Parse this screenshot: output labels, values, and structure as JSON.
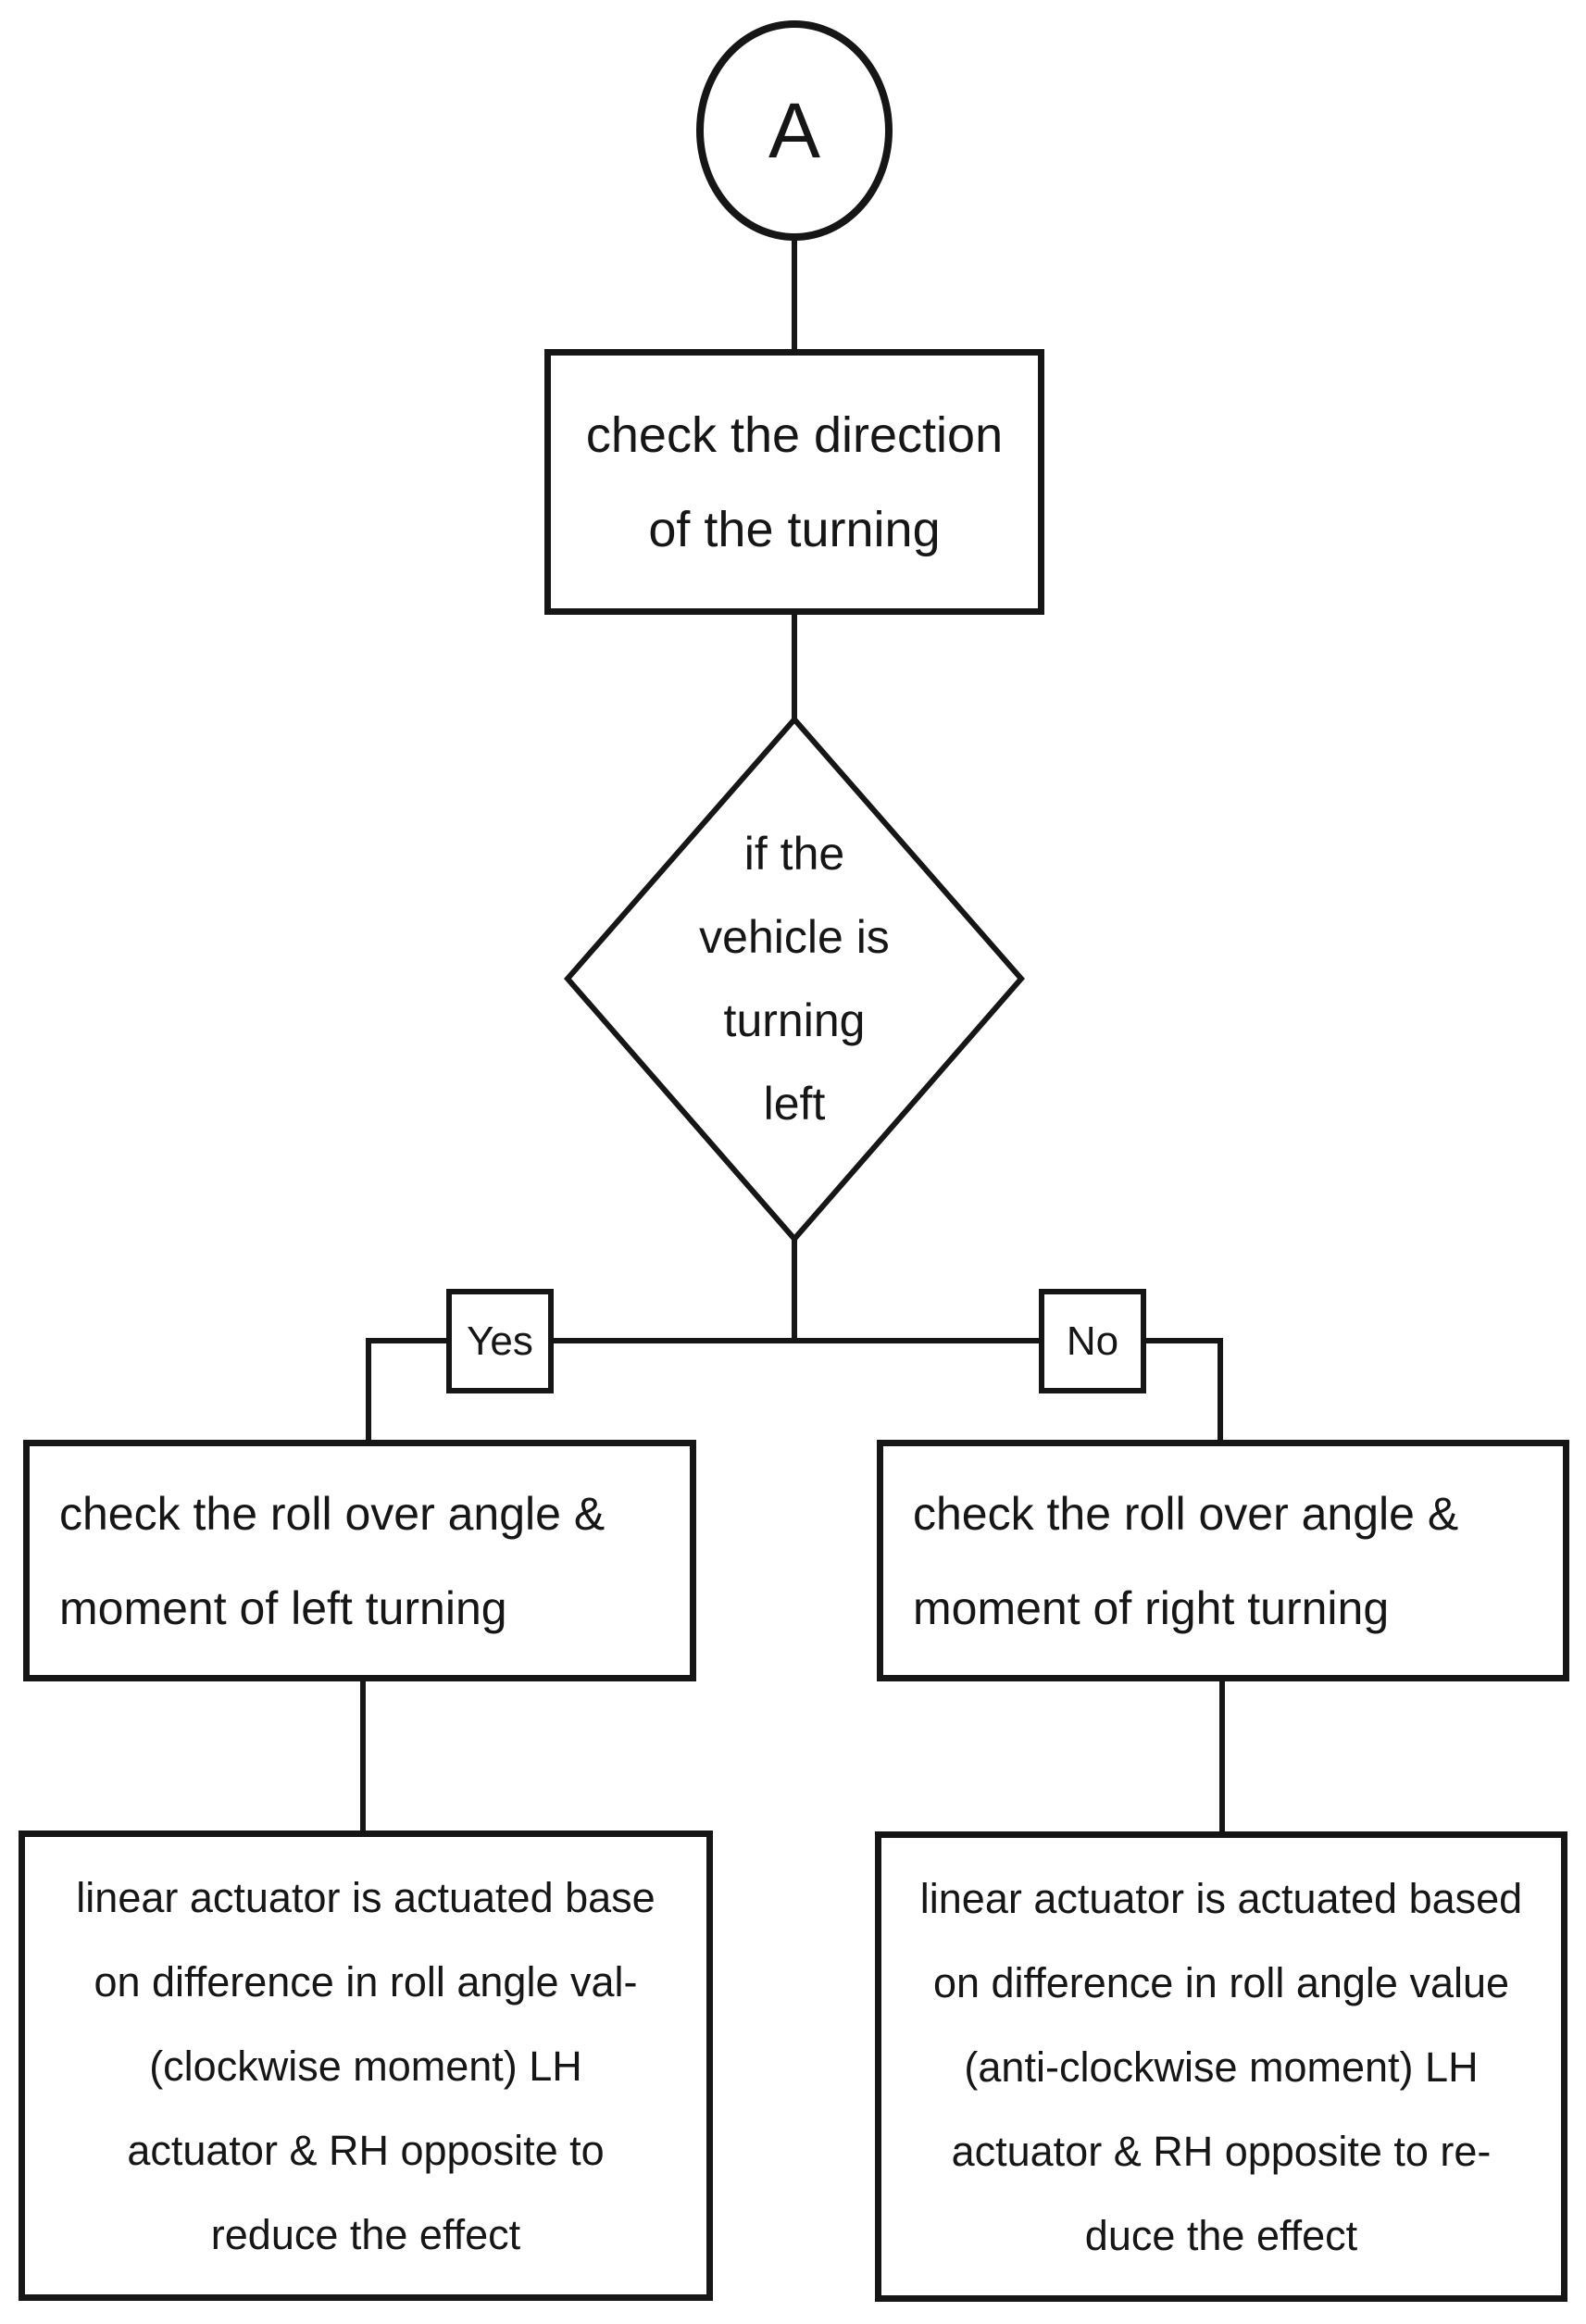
{
  "colors": {
    "background": "#ffffff",
    "ink": "#161616"
  },
  "flowchart": {
    "start_label": "A",
    "process_check_direction": "check the direction\nof the turning",
    "decision_turning_left": "if the\nvehicle is\nturning\nleft",
    "branch_yes": "Yes",
    "branch_no": "No",
    "process_check_left": "check the roll over angle &\nmoment of left turning",
    "process_check_right": "check the roll over angle &\nmoment of right turning",
    "process_actuate_left": "linear actuator is actuated base\non difference in roll angle val-\n(clockwise moment) LH\nactuator & RH opposite to\nreduce the effect",
    "process_actuate_right": "linear actuator is actuated based\non difference in roll angle value\n(anti-clockwise moment) LH\nactuator & RH opposite to re-\nduce the effect"
  }
}
